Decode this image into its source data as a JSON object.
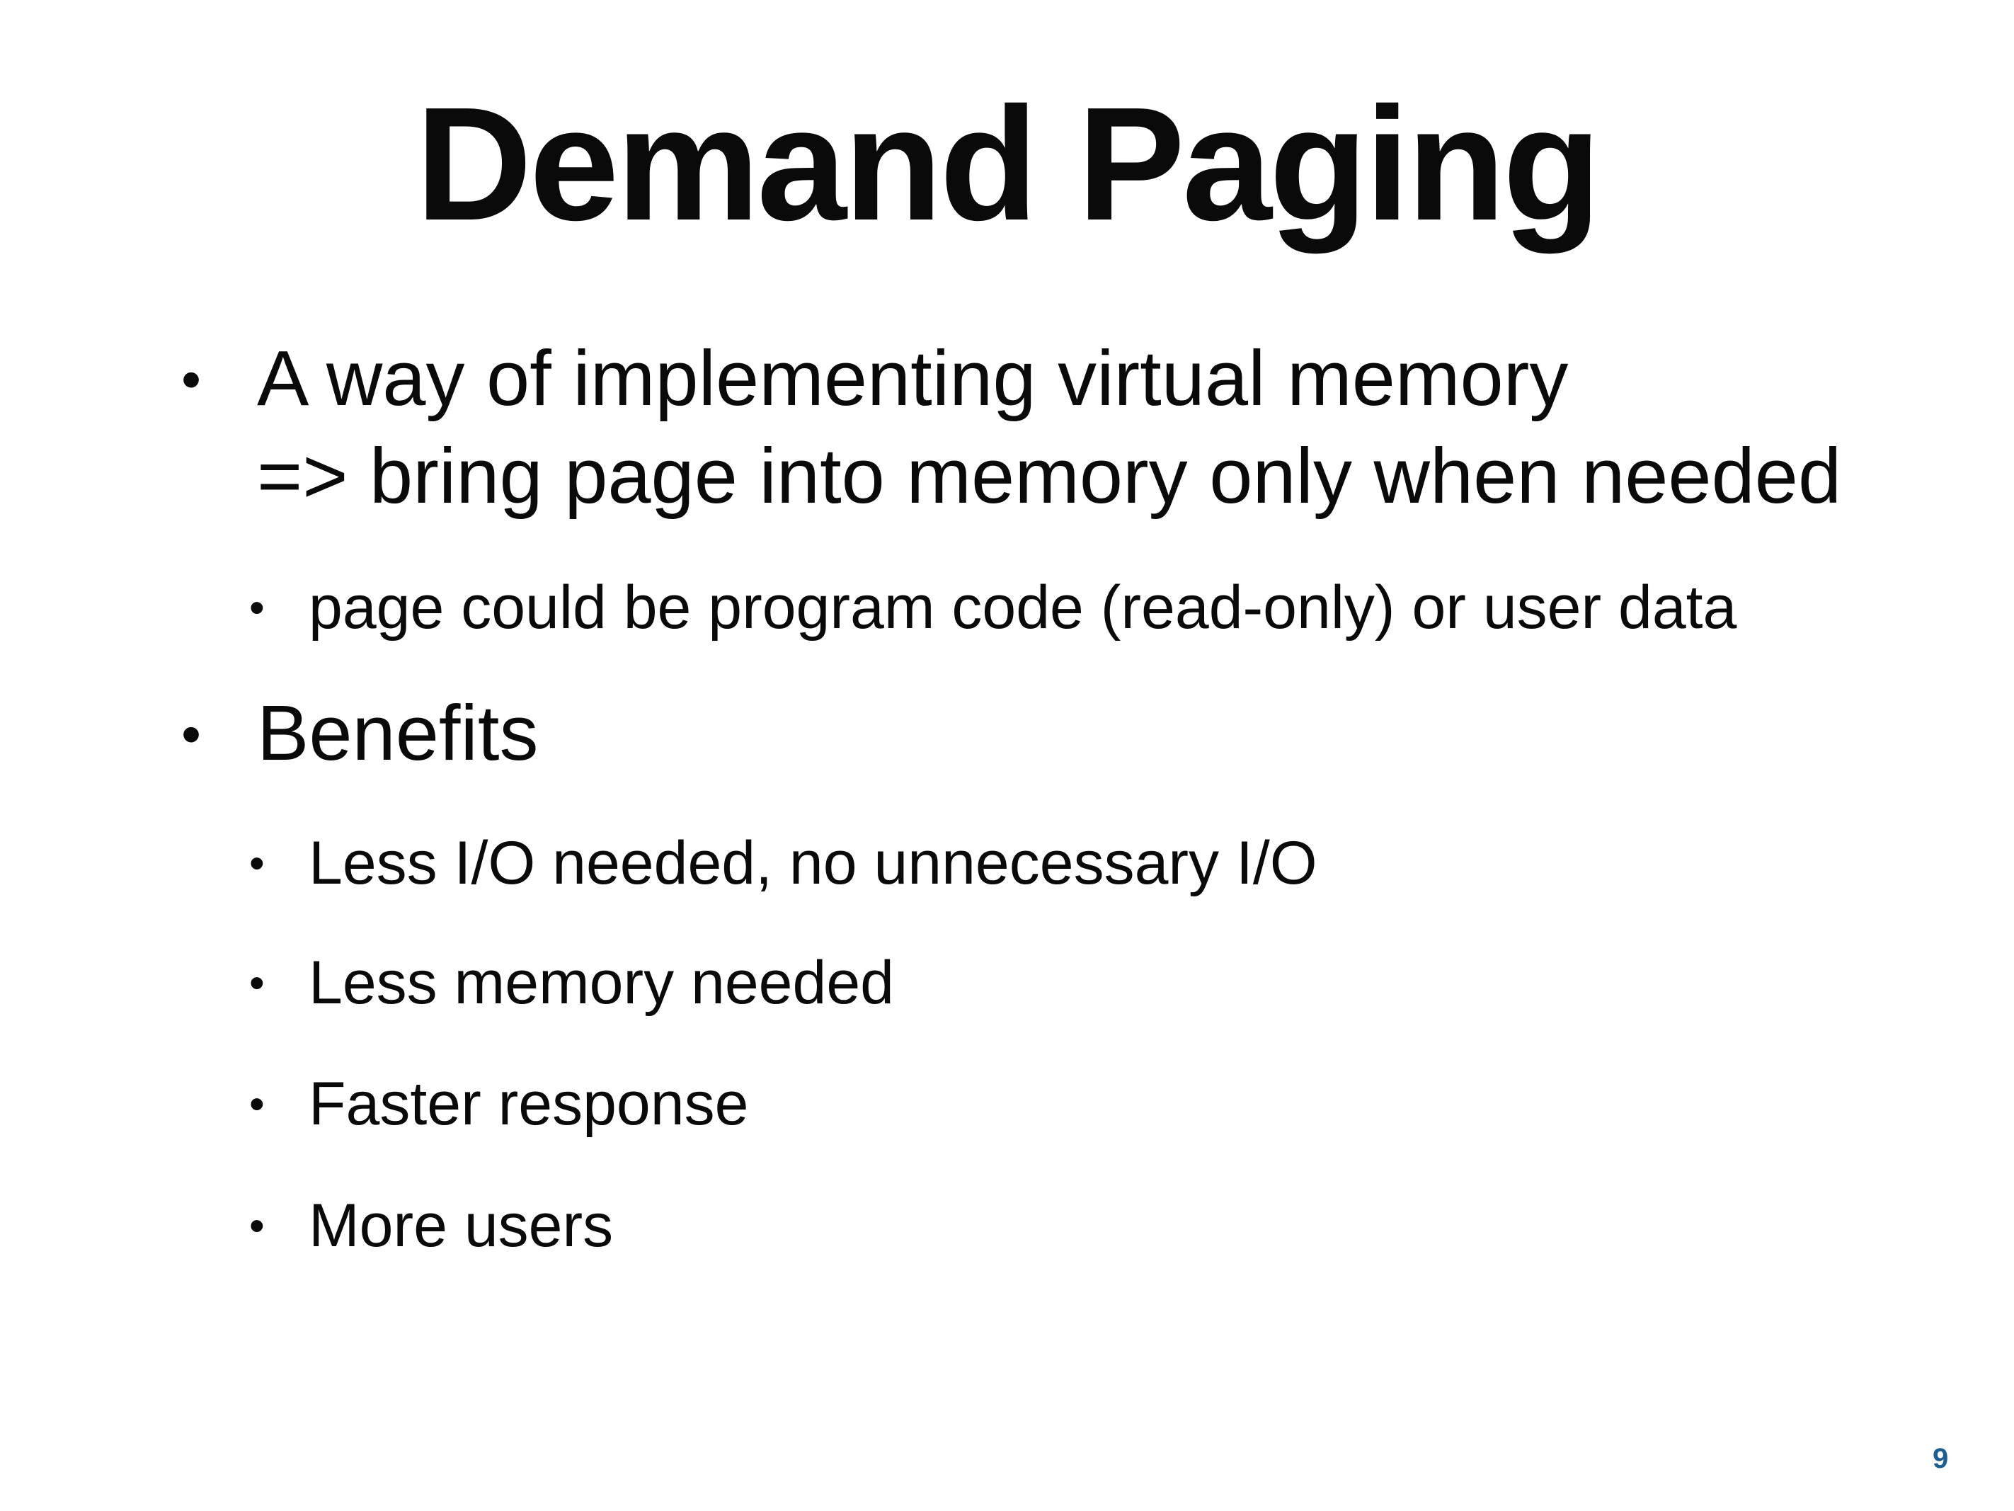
{
  "slide": {
    "title": "Demand Paging",
    "bullets": [
      {
        "lines": [
          "A way of implementing virtual memory",
          "=> bring page into memory only when needed"
        ],
        "sub": [
          "page could be program code (read-only) or user data"
        ]
      },
      {
        "lines": [
          "Benefits"
        ],
        "sub": [
          "Less I/O needed, no unnecessary I/O",
          "Less memory needed",
          "Faster response",
          "More users"
        ]
      }
    ],
    "bullet_glyph": "•",
    "page_number": "9",
    "accent_color": "#1d5e94"
  }
}
